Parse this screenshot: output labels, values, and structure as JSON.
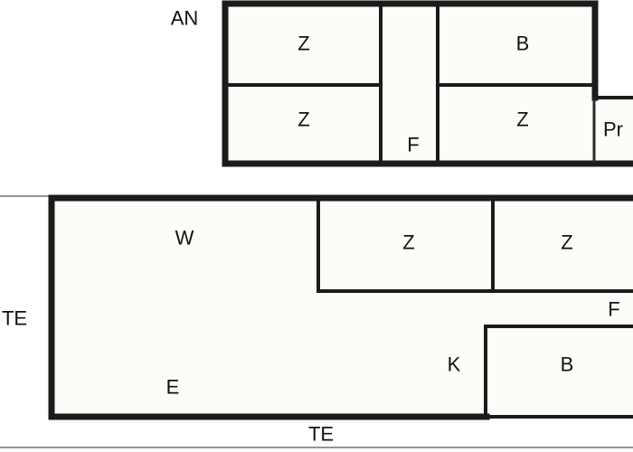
{
  "colors": {
    "background": "#ffffff",
    "floor": "#fcfcf8",
    "wall": "#1b1b1b",
    "text": "#111111"
  },
  "labels": {
    "annex": "AN",
    "upper_z_top_left": "Z",
    "upper_z_bottom_left": "Z",
    "upper_f": "F",
    "upper_b": "B",
    "upper_z_bottom_right": "Z",
    "upper_pr": "Pr",
    "lower_w": "W",
    "lower_z_left": "Z",
    "lower_z_right": "Z",
    "lower_f": "F",
    "lower_te_left": "TE",
    "lower_k": "K",
    "lower_b": "B",
    "lower_e": "E",
    "lower_te_bottom": "TE"
  }
}
